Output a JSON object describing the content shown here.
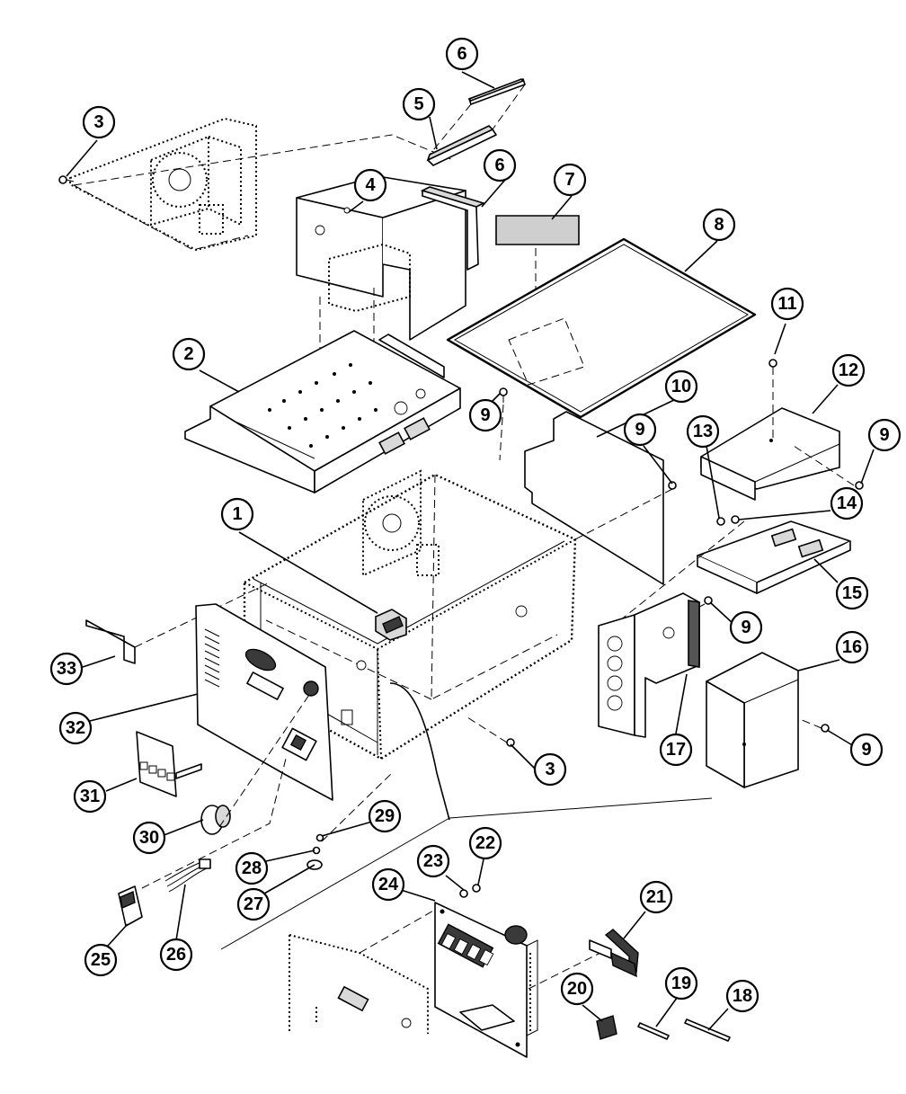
{
  "diagram": {
    "line_color": "#000000",
    "background": "#ffffff",
    "callouts": [
      {
        "id": "c1",
        "label": "1"
      },
      {
        "id": "c2",
        "label": "2"
      },
      {
        "id": "c3a",
        "label": "3"
      },
      {
        "id": "c3b",
        "label": "3"
      },
      {
        "id": "c4",
        "label": "4"
      },
      {
        "id": "c5",
        "label": "5"
      },
      {
        "id": "c6a",
        "label": "6"
      },
      {
        "id": "c6b",
        "label": "6"
      },
      {
        "id": "c7",
        "label": "7"
      },
      {
        "id": "c8",
        "label": "8"
      },
      {
        "id": "c9a",
        "label": "9"
      },
      {
        "id": "c9b",
        "label": "9"
      },
      {
        "id": "c9c",
        "label": "9"
      },
      {
        "id": "c9d",
        "label": "9"
      },
      {
        "id": "c9e",
        "label": "9"
      },
      {
        "id": "c10",
        "label": "10"
      },
      {
        "id": "c11",
        "label": "11"
      },
      {
        "id": "c12",
        "label": "12"
      },
      {
        "id": "c13",
        "label": "13"
      },
      {
        "id": "c14",
        "label": "14"
      },
      {
        "id": "c15",
        "label": "15"
      },
      {
        "id": "c16",
        "label": "16"
      },
      {
        "id": "c17",
        "label": "17"
      },
      {
        "id": "c18",
        "label": "18"
      },
      {
        "id": "c19",
        "label": "19"
      },
      {
        "id": "c20",
        "label": "20"
      },
      {
        "id": "c21",
        "label": "21"
      },
      {
        "id": "c22",
        "label": "22"
      },
      {
        "id": "c23",
        "label": "23"
      },
      {
        "id": "c24",
        "label": "24"
      },
      {
        "id": "c25",
        "label": "25"
      },
      {
        "id": "c26",
        "label": "26"
      },
      {
        "id": "c27",
        "label": "27"
      },
      {
        "id": "c28",
        "label": "28"
      },
      {
        "id": "c29",
        "label": "29"
      },
      {
        "id": "c30",
        "label": "30"
      },
      {
        "id": "c31",
        "label": "31"
      },
      {
        "id": "c32",
        "label": "32"
      },
      {
        "id": "c33",
        "label": "33"
      }
    ]
  }
}
